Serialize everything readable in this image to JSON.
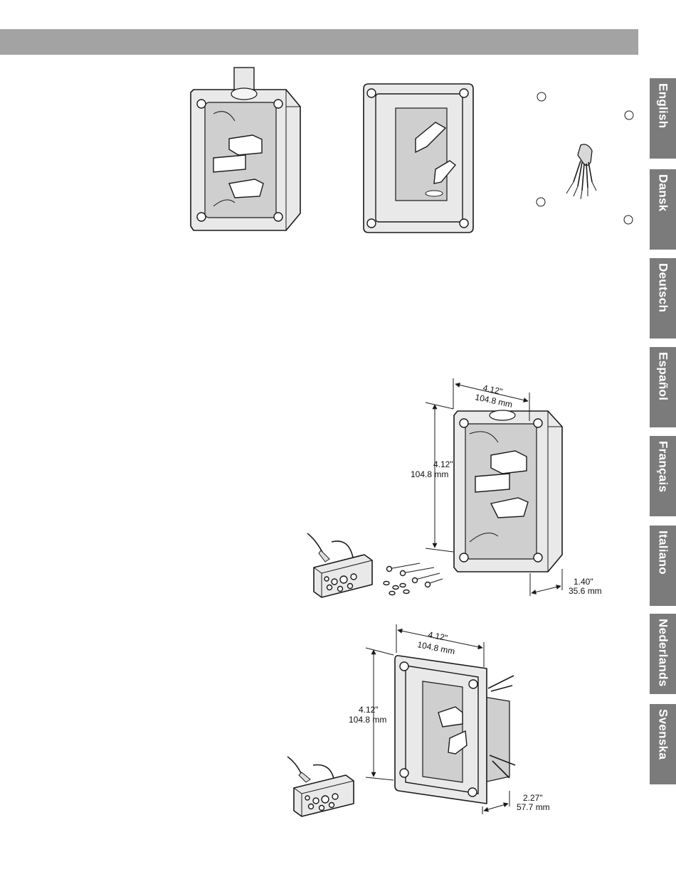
{
  "header": {
    "bar_color": "#a3a3a3"
  },
  "language_tabs": [
    {
      "label": "English"
    },
    {
      "label": "Dansk"
    },
    {
      "label": "Deutsch"
    },
    {
      "label": "Español"
    },
    {
      "label": "Français"
    },
    {
      "label": "Italiano"
    },
    {
      "label": "Nederlands"
    },
    {
      "label": "Svenska"
    }
  ],
  "tab_color": "#7b7b7b",
  "dimensions": {
    "surface_box": {
      "width": {
        "in": "4.12\"",
        "mm": "104.8 mm"
      },
      "height": {
        "in": "4.12\"",
        "mm": "104.8 mm"
      },
      "depth": {
        "in": "1.40\"",
        "mm": "35.6 mm"
      }
    },
    "flush_box": {
      "width": {
        "in": "4.12\"",
        "mm": "104.8 mm"
      },
      "height": {
        "in": "4.12\"",
        "mm": "104.8 mm"
      },
      "depth": {
        "in": "2.27\"",
        "mm": "57.7 mm"
      }
    }
  }
}
